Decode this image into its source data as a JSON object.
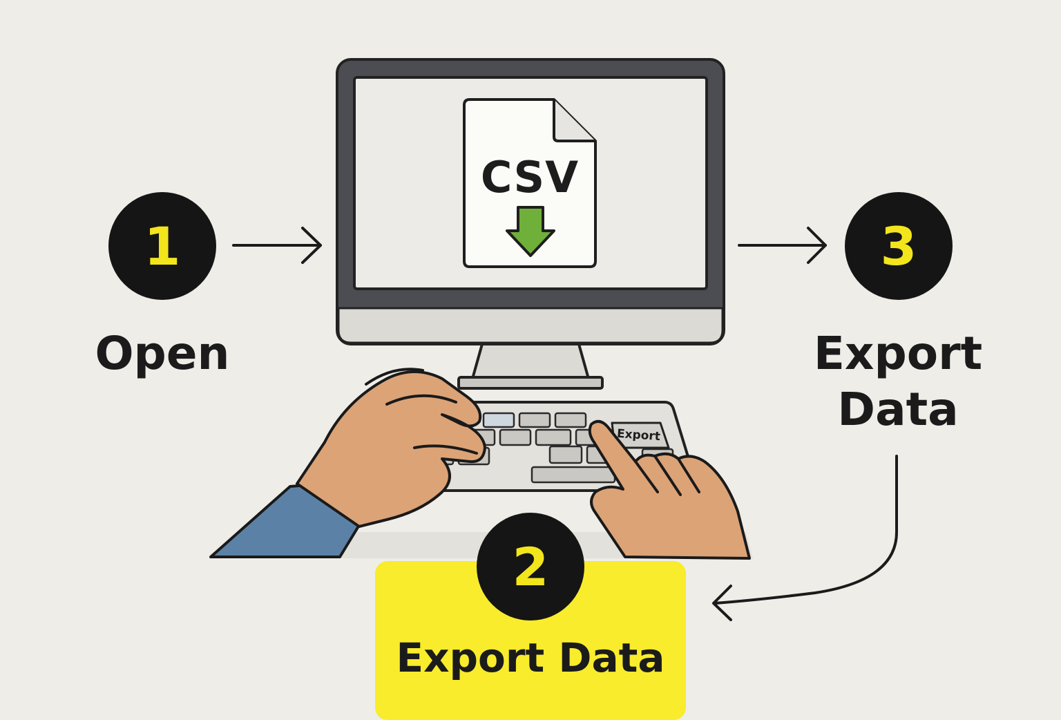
{
  "steps": [
    {
      "number": "1",
      "label": "Open"
    },
    {
      "number": "2",
      "label": "Export Data"
    },
    {
      "number": "3",
      "label": "Export Data"
    }
  ],
  "screen": {
    "file_type": "CSV",
    "file_icon": "csv-file-icon",
    "download_icon": "download-arrow-icon"
  },
  "keyboard": {
    "highlighted_key": "Export"
  },
  "colors": {
    "background": "#efede8",
    "accent_yellow": "#f8ec2c",
    "circle": "#151515",
    "number": "#f3e51c",
    "arrow_green": "#6fb03a",
    "skin": "#dca377",
    "sleeve": "#5b82a6"
  }
}
